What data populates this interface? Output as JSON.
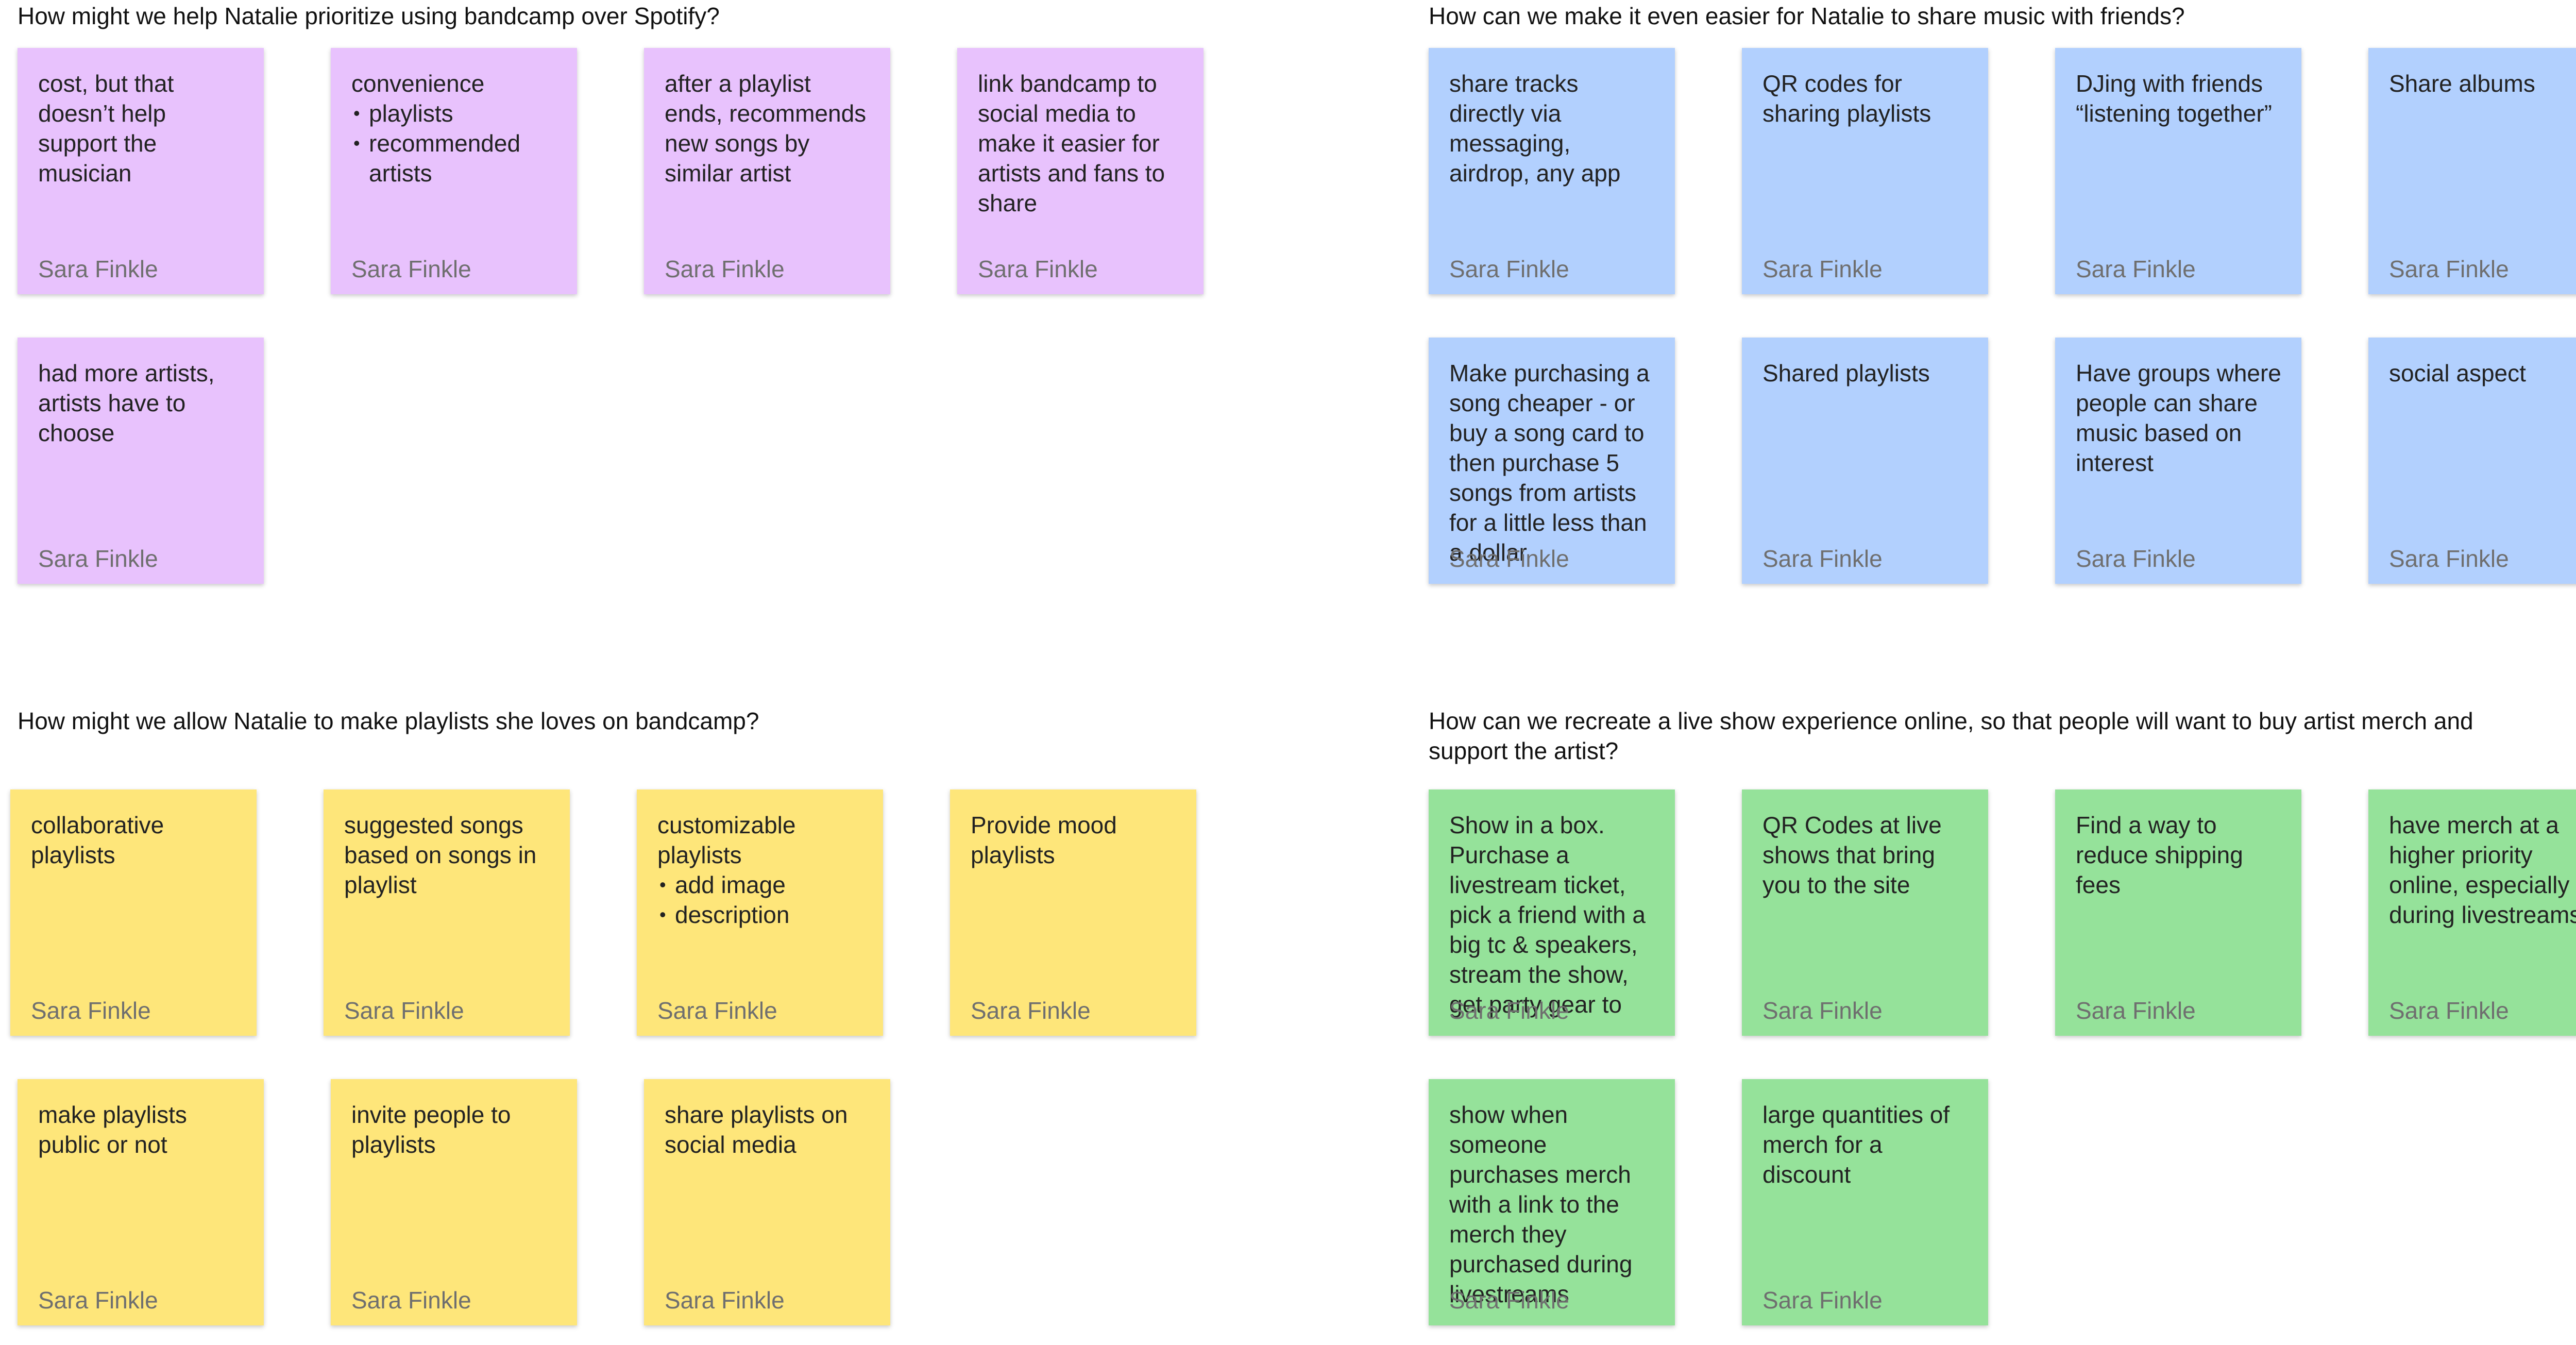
{
  "sections": [
    {
      "heading": "How might we help Natalie prioritize using bandcamp over Spotify?",
      "color": "#e8c2fd",
      "notes": [
        {
          "text": "cost, but that doesn’t help support the musician",
          "author": "Sara Finkle"
        },
        {
          "text": "convenience",
          "bullets": [
            "playlists",
            "recommended artists"
          ],
          "author": "Sara Finkle"
        },
        {
          "text": "after a playlist ends, recommends new songs by similar artist",
          "author": "Sara Finkle"
        },
        {
          "text": "link bandcamp to social media to make it easier for artists and fans to share",
          "author": "Sara Finkle"
        },
        {
          "text": "had more artists, artists have to choose",
          "author": "Sara Finkle"
        }
      ]
    },
    {
      "heading": "How can we make it even easier for Natalie to share music with friends?",
      "color": "#b2d0fe",
      "notes": [
        {
          "text": "share tracks directly via messaging, airdrop, any app",
          "author": "Sara Finkle"
        },
        {
          "text": "QR codes for sharing playlists",
          "author": "Sara Finkle"
        },
        {
          "text": "DJing with friends “listening together”",
          "author": "Sara Finkle"
        },
        {
          "text": "Share albums",
          "author": "Sara Finkle"
        },
        {
          "text": "Make purchasing a song cheaper - or buy a song card to then purchase 5 songs from artists for a little less than a dollar",
          "author": "Sara Finkle"
        },
        {
          "text": "Shared playlists",
          "author": "Sara Finkle"
        },
        {
          "text": "Have groups where people can share music based on interest",
          "author": "Sara Finkle"
        },
        {
          "text": "social aspect",
          "author": "Sara Finkle"
        }
      ]
    },
    {
      "heading": "How might we allow Natalie to make playlists she loves on bandcamp?",
      "color": "#fee67a",
      "notes": [
        {
          "text": "collaborative playlists",
          "author": "Sara Finkle"
        },
        {
          "text": "suggested songs based on songs in playlist",
          "author": "Sara Finkle"
        },
        {
          "text": "customizable playlists",
          "bullets": [
            "add image",
            "description"
          ],
          "author": "Sara Finkle"
        },
        {
          "text": "Provide mood playlists",
          "author": "Sara Finkle"
        },
        {
          "text": "make playlists public or not",
          "author": "Sara Finkle"
        },
        {
          "text": "invite people to playlists",
          "author": "Sara Finkle"
        },
        {
          "text": "share playlists on social media",
          "author": "Sara Finkle"
        }
      ]
    },
    {
      "heading": "How can we recreate a live show experience online, so that people will want to buy artist merch and support the artist?",
      "color": "#95e29a",
      "notes": [
        {
          "text": "Show in a box. Purchase a livestream ticket, pick a friend with a big tc & speakers, stream the show, get party gear to",
          "author": "Sara Finkle"
        },
        {
          "text": "QR Codes at live shows that bring you to the site",
          "author": "Sara Finkle"
        },
        {
          "text": "Find a way to reduce shipping fees",
          "author": "Sara Finkle"
        },
        {
          "text": "have merch at a higher priority online, especially during livestreams",
          "author": "Sara Finkle"
        },
        {
          "text": "show when someone purchases merch with a link to the merch they purchased during livestreams",
          "author": "Sara Finkle"
        },
        {
          "text": "large quantities of merch for a discount",
          "author": "Sara Finkle"
        }
      ]
    }
  ]
}
